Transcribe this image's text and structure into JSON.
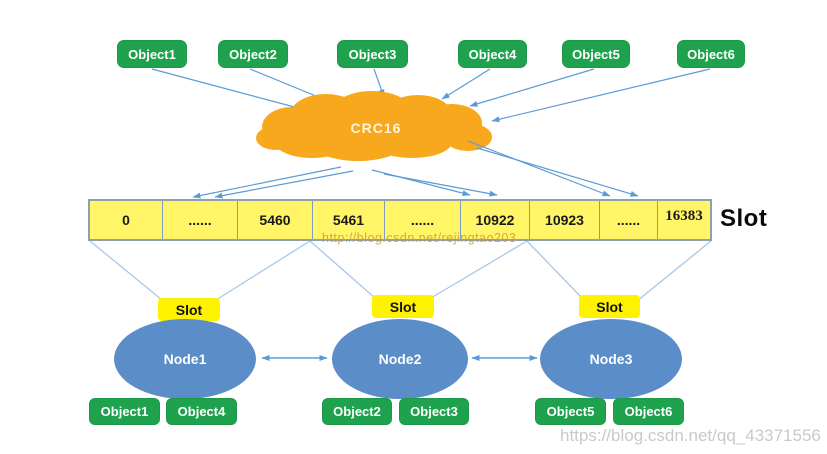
{
  "top_objects": [
    "Object1",
    "Object2",
    "Object3",
    "Object4",
    "Object5",
    "Object6"
  ],
  "crc16": {
    "label": "CRC16"
  },
  "slot_bar": {
    "cells": [
      "0",
      "......",
      "5460",
      "5461",
      "......",
      "10922",
      "10923",
      "......",
      "16383"
    ],
    "axis_label": "Slot"
  },
  "slot_tags": [
    "Slot",
    "Slot",
    "Slot"
  ],
  "nodes": [
    {
      "label": "Node1",
      "objects": [
        "Object1",
        "Object4"
      ]
    },
    {
      "label": "Node2",
      "objects": [
        "Object2",
        "Object3"
      ]
    },
    {
      "label": "Node3",
      "objects": [
        "Object5",
        "Object6"
      ]
    }
  ],
  "watermarks": {
    "middle": "http://blog.csdn.net/rejingtao203",
    "bottom": "https://blog.csdn.net/qq_43371556"
  },
  "colors": {
    "object_green": "#1fa24d",
    "cloud_orange": "#f8a81c",
    "slot_bar_yellow": "#fff566",
    "slot_tag_yellow": "#fff200",
    "node_blue": "#5b8dc8",
    "arrow_blue": "#5b9bd5",
    "funnel_line_blue": "#a9c7e7"
  }
}
